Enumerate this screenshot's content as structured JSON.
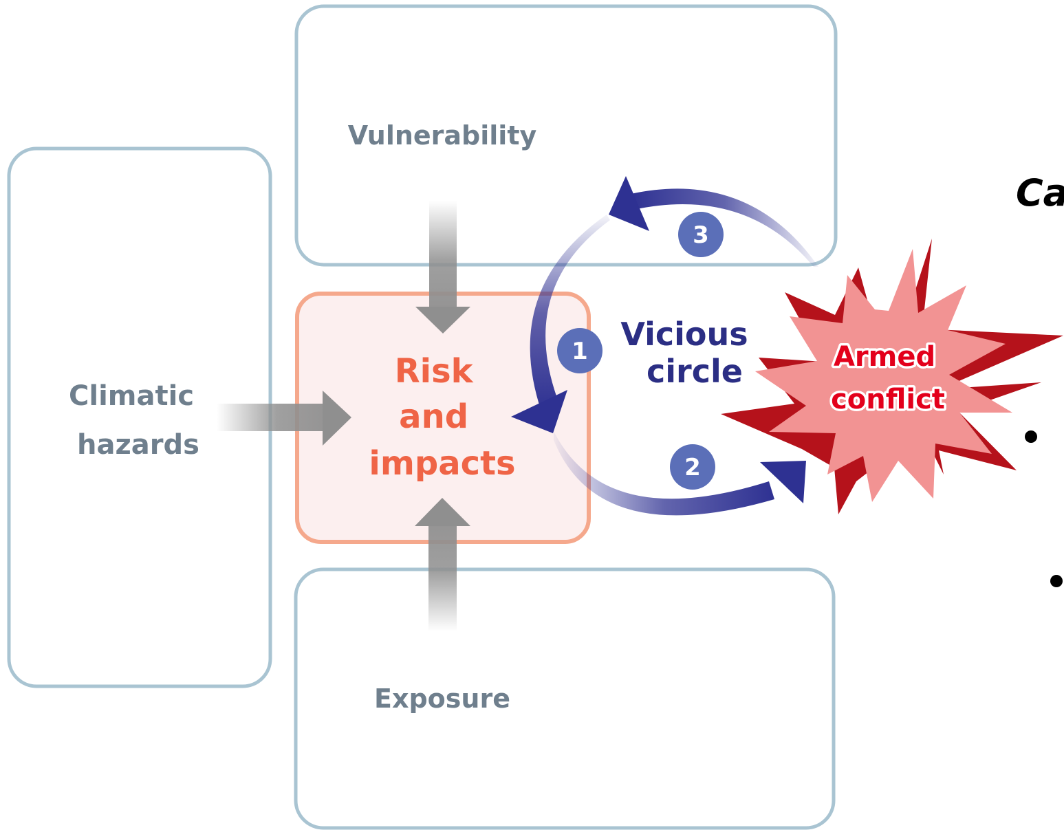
{
  "boxes": {
    "climatic_hazards": [
      "Climatic",
      "hazards"
    ],
    "vulnerability": "Vulnerability",
    "exposure": "Exposure",
    "risk_and_impacts": [
      "Risk",
      "and",
      "impacts"
    ]
  },
  "vicious_circle": [
    "Vicious",
    "circle"
  ],
  "armed_conflict": [
    "Armed",
    "conflict"
  ],
  "steps": [
    "1",
    "2",
    "3"
  ],
  "clipped_title": "Ca",
  "colors": {
    "box_border": "#a9c4d2",
    "box_label": "#6f7f8d",
    "risk_border": "#f5a88c",
    "risk_fill": "#fcefef",
    "risk_label": "#ef6446",
    "arrow_gray": "#8f8f8f",
    "circle_arrow": "#2e3192",
    "badge": "#5b6fb8",
    "starburst_back": "#b5121b",
    "starburst_front": "#f29393",
    "conflict_text": "#e3001b"
  }
}
